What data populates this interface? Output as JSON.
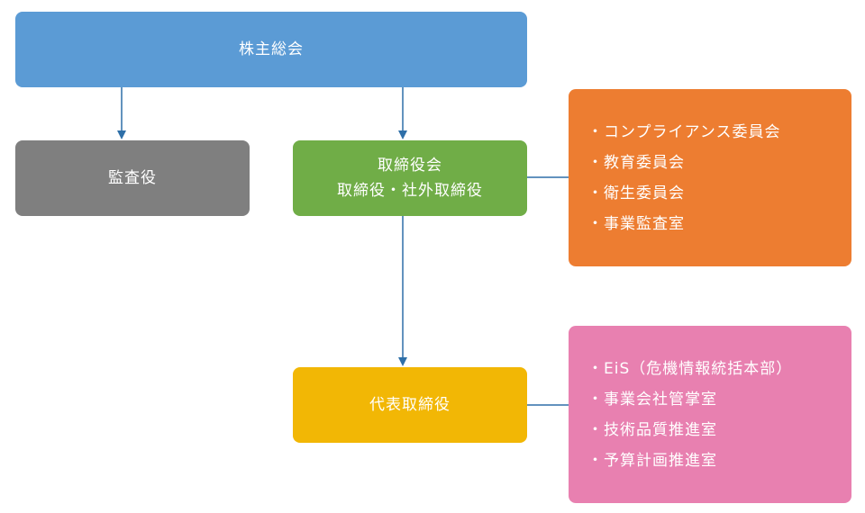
{
  "nodes": {
    "shareholders": {
      "label": "株主総会"
    },
    "auditor": {
      "label": "監査役"
    },
    "board": {
      "line1": "取締役会",
      "line2": "取締役・社外取締役"
    },
    "representative": {
      "label": "代表取締役"
    },
    "committees": {
      "items": [
        "コンプライアンス委員会",
        "教育委員会",
        "衛生委員会",
        "事業監査室"
      ]
    },
    "offices": {
      "items": [
        "EiS（危機情報統括本部）",
        "事業会社管掌室",
        "技術品質推進室",
        "予算計画推進室"
      ]
    }
  },
  "colors": {
    "shareholders": "#5b9bd5",
    "auditor": "#7f7f7f",
    "board": "#70ad47",
    "representative": "#f2b705",
    "committees": "#ed7d31",
    "offices": "#e880b0",
    "connector": "#2e6fa8"
  }
}
